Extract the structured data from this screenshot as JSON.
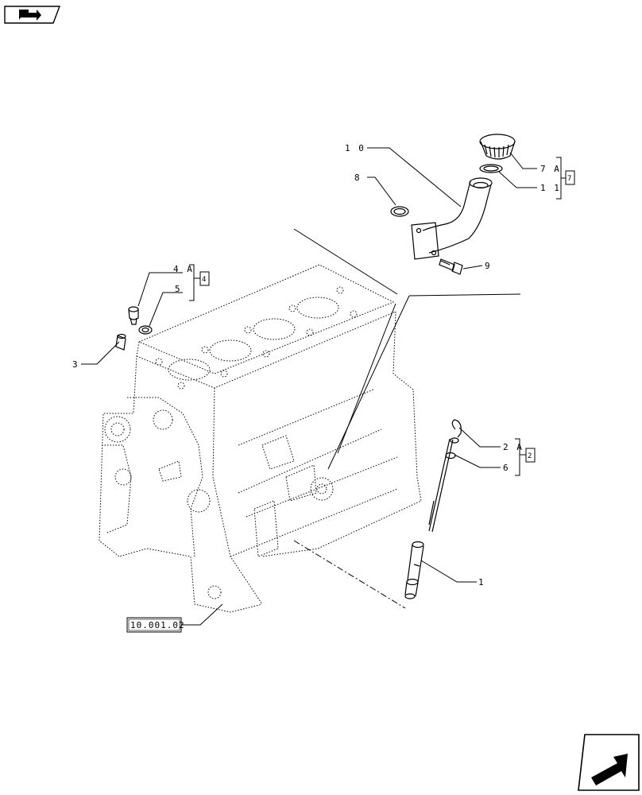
{
  "navigation": {
    "top_left_icon": "book-arrow-icon",
    "bottom_right_icon": "next-page-arrow-icon"
  },
  "callouts": {
    "c1": "1",
    "c2A": "2 A",
    "c3": "3",
    "c4A": "4 A",
    "c5": "5",
    "c6": "6",
    "c7A": "7 A",
    "c8": "8",
    "c9": "9",
    "c10": "1 0",
    "c11": "1 1"
  },
  "kit_boxes": {
    "k2": "2",
    "k4": "4",
    "k7": "7"
  },
  "reference": {
    "engine_block": "10.001.02"
  }
}
